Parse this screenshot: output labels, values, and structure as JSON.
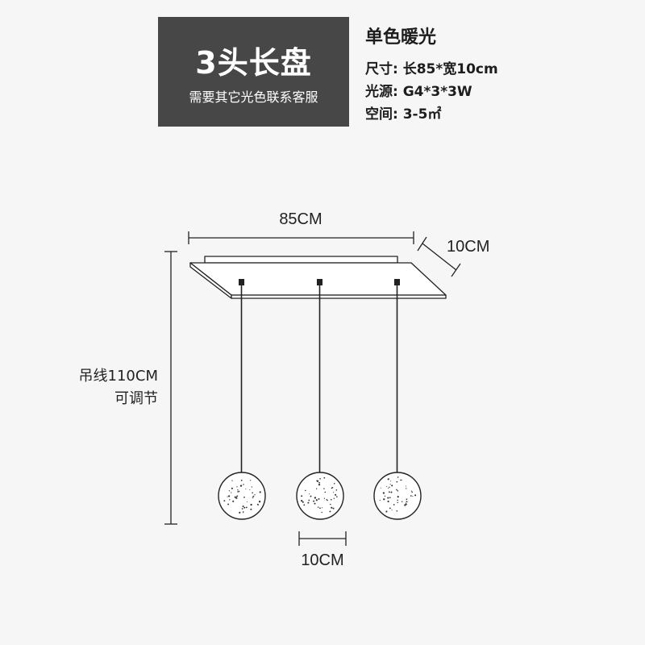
{
  "header": {
    "title": "3头长盘",
    "subtitle": "需要其它光色联系客服"
  },
  "specs": {
    "heading": "单色暖光",
    "size": "尺寸: 长85*宽10cm",
    "light_source": "光源: G4*3*3W",
    "space": "空间: 3-5㎡"
  },
  "diagram": {
    "width_label": "85CM",
    "depth_label": "10CM",
    "cable_label_line1": "吊线110CM",
    "cable_label_line2": "可调节",
    "globe_label": "10CM",
    "colors": {
      "line": "#222222",
      "globe_fill": "#ffffff",
      "title_bg": "#474747"
    }
  }
}
